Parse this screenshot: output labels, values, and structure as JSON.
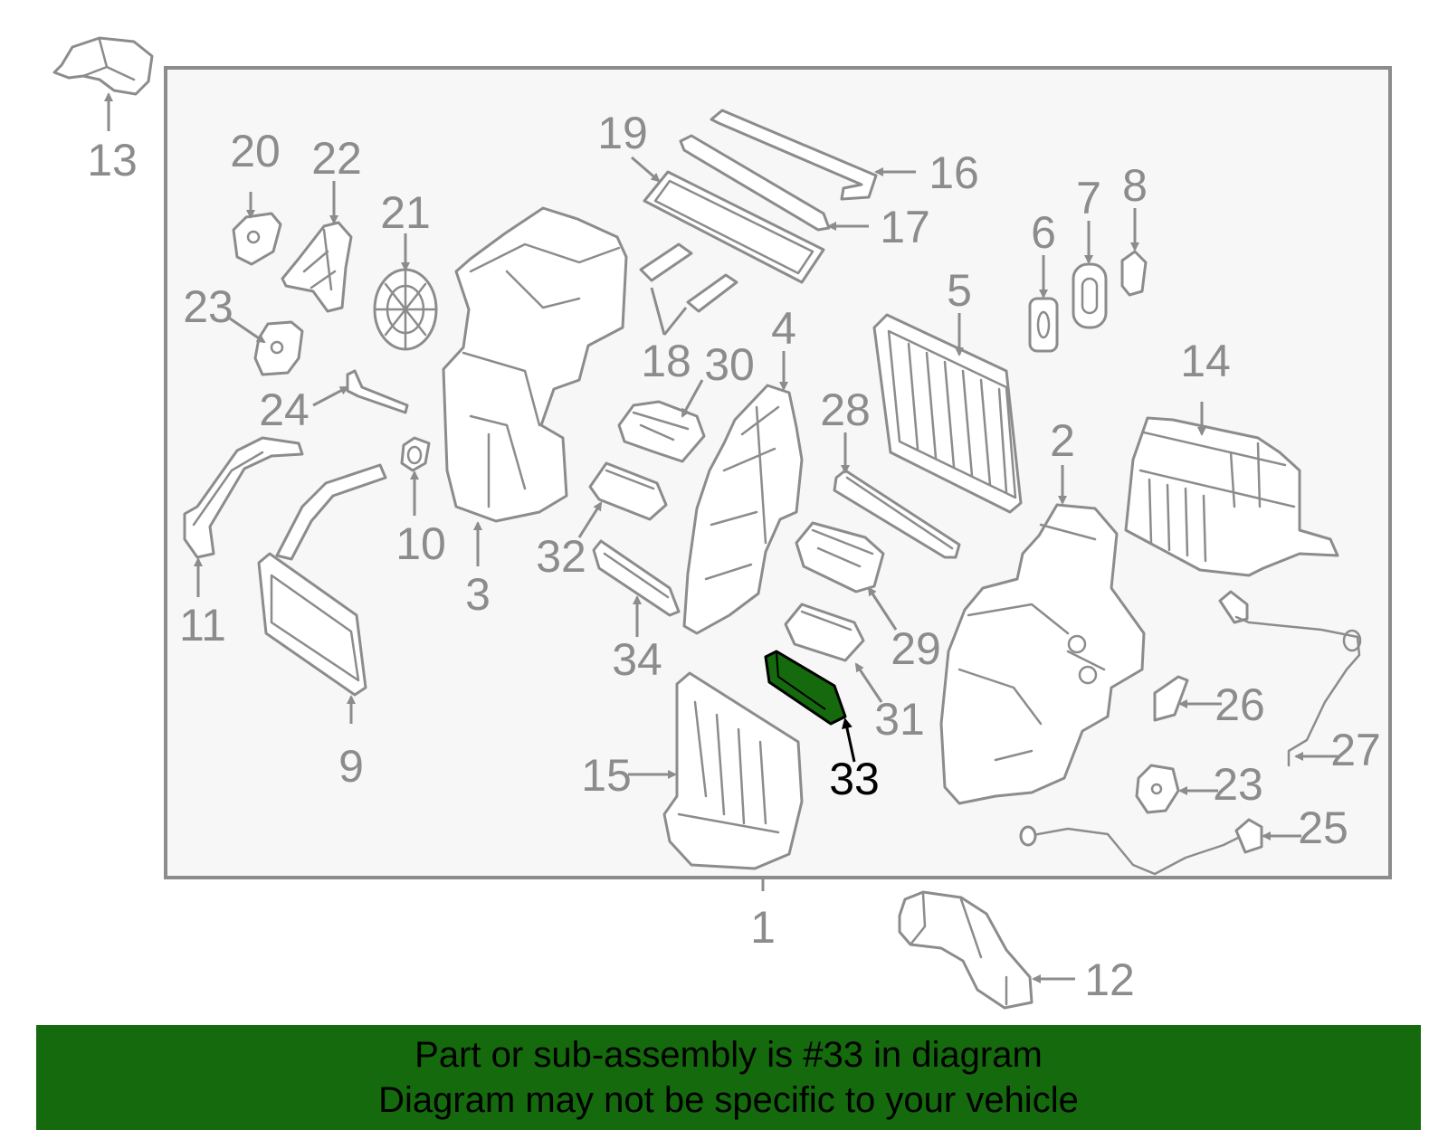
{
  "colors": {
    "line": "#8c8c8c",
    "panel_bg": "#f7f7f7",
    "highlight": "#146a0c",
    "banner_bg": "#146a0c",
    "banner_text": "#000000"
  },
  "highlighted_part": "33",
  "callouts": [
    "1",
    "2",
    "3",
    "4",
    "5",
    "6",
    "7",
    "8",
    "9",
    "10",
    "11",
    "12",
    "13",
    "14",
    "15",
    "16",
    "17",
    "18",
    "19",
    "20",
    "21",
    "22",
    "23",
    "23",
    "24",
    "25",
    "26",
    "27",
    "28",
    "29",
    "30",
    "31",
    "32",
    "33",
    "34"
  ],
  "banner": {
    "line1": "Part or sub-assembly is #33 in diagram",
    "line2": "Diagram may not be specific to your vehicle"
  }
}
